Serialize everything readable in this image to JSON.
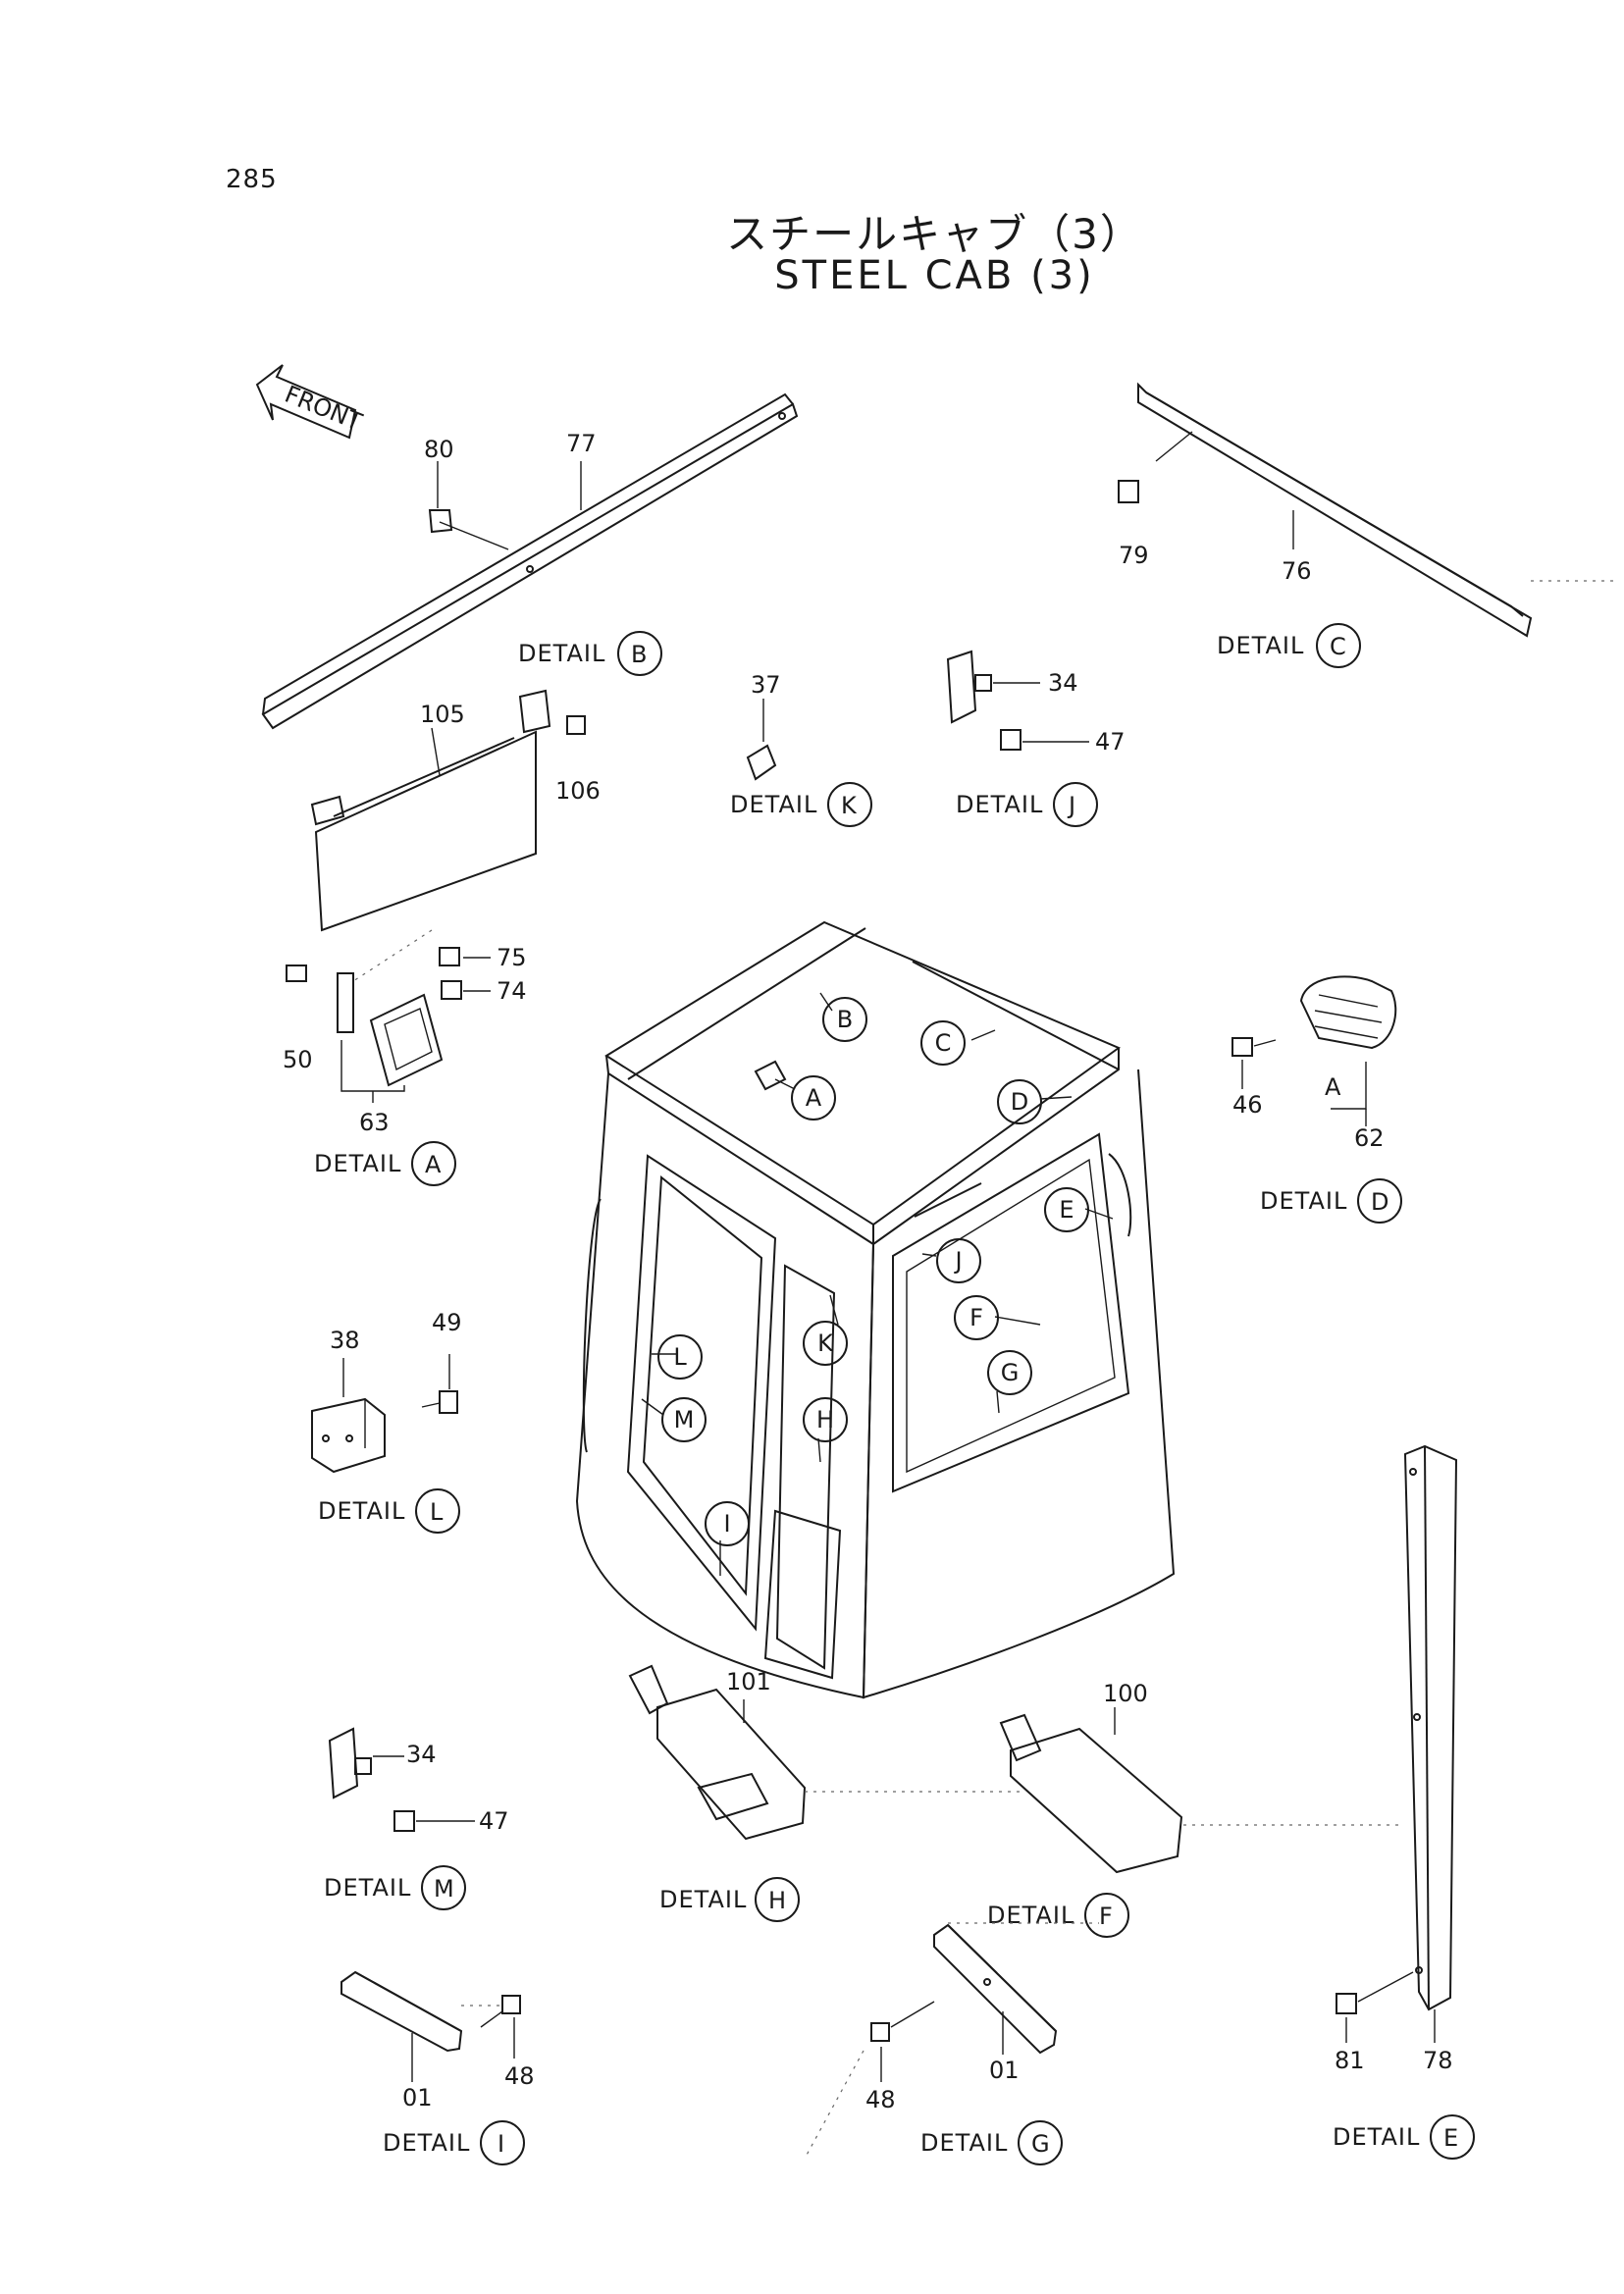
{
  "page_number": "285",
  "title_jp": "スチールキャブ（3）",
  "title_en": "STEEL CAB (3)",
  "front_label": "FRONT",
  "detail_word": "DETAIL",
  "parts": {
    "p80": "80",
    "p77": "77",
    "p79": "79",
    "p76": "76",
    "p105": "105",
    "p106": "106",
    "p37": "37",
    "p34a": "34",
    "p47a": "47",
    "p75": "75",
    "p74": "74",
    "p50": "50",
    "p63": "63",
    "p46": "46",
    "p62": "62",
    "p38": "38",
    "p49": "49",
    "p101": "101",
    "p100": "100",
    "p34b": "34",
    "p47b": "47",
    "p01a": "01",
    "p48a": "48",
    "p48b": "48",
    "p01b": "01",
    "p81": "81",
    "p78": "78",
    "pA": "A"
  },
  "details": {
    "B": "B",
    "C": "C",
    "K": "K",
    "J": "J",
    "A": "A",
    "D": "D",
    "L": "L",
    "M": "M",
    "H": "H",
    "F": "F",
    "I": "I",
    "G": "G",
    "E": "E"
  },
  "callouts": [
    "B",
    "C",
    "A",
    "D",
    "E",
    "J",
    "K",
    "F",
    "L",
    "G",
    "M",
    "H",
    "I"
  ]
}
